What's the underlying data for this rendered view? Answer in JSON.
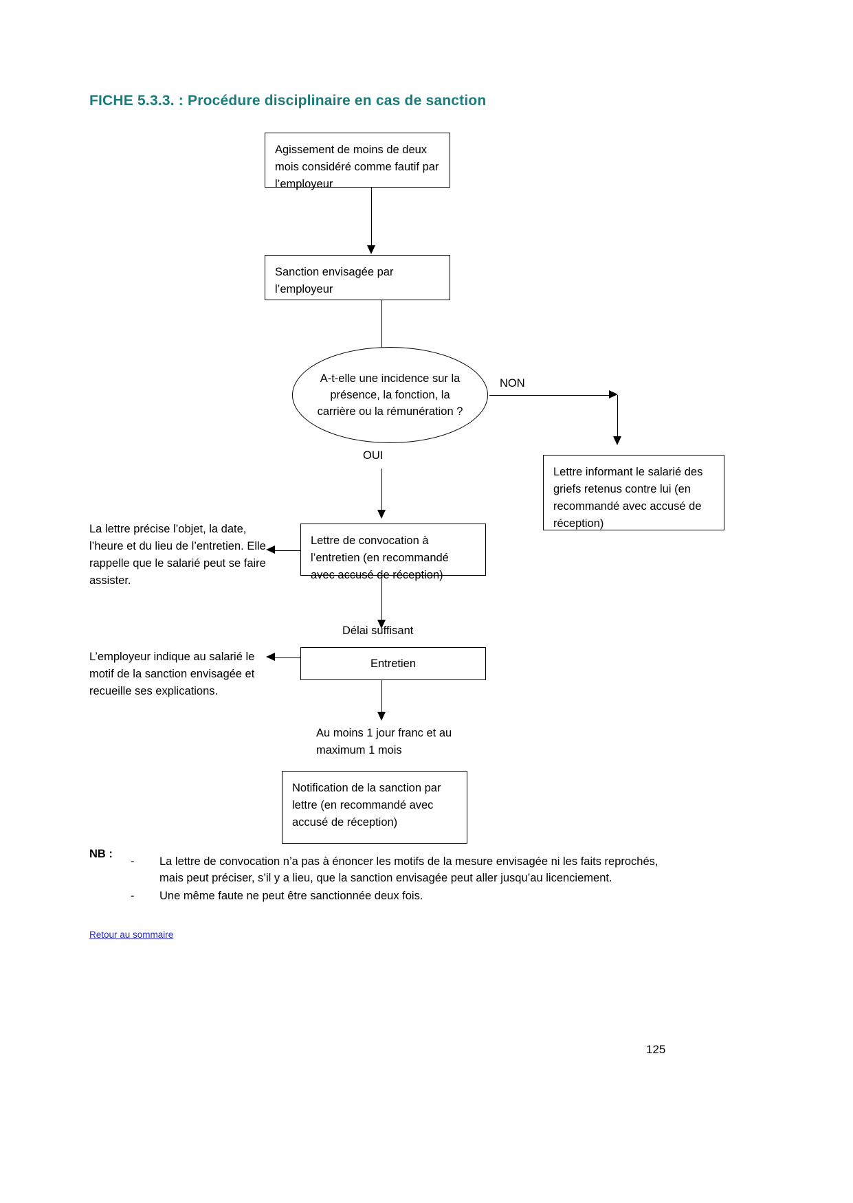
{
  "document": {
    "title": "FICHE 5.3.3. :  Procédure disciplinaire en cas de sanction",
    "page_number": "125",
    "return_link": "Retour au sommaire",
    "accent_color": "#1b7b7b",
    "link_color": "#2b2bc0"
  },
  "flowchart": {
    "nodes": {
      "start": "Agissement de moins de deux mois considéré comme fautif par l’employeur",
      "sanction": "Sanction envisagée par l’employeur",
      "decision": "A-t-elle une incidence sur la présence, la fonction, la carrière ou la rémunération ?",
      "letter_grievances": "Lettre informant le salarié des griefs retenus contre lui (en recommandé avec accusé de réception)",
      "convocation": "Lettre de convocation à l’entretien (en recommandé avec accusé de réception)",
      "entretien": "Entretien",
      "notification": "Notification de la sanction par lettre (en recommandé avec accusé de réception)"
    },
    "edge_labels": {
      "non": "NON",
      "oui": "OUI",
      "delai": "Délai  suffisant",
      "delay_min_max": "Au moins 1 jour franc et au maximum 1 mois"
    },
    "annotations": {
      "convocation_note": "La lettre précise l’objet, la date, l’heure et du lieu de l’entretien. Elle rappelle que le salarié peut se faire assister.",
      "entretien_note": "L’employeur indique au salarié le motif de la sanction envisagée et recueille ses explications."
    }
  },
  "nb": {
    "label": "NB :",
    "dash": "-",
    "items": [
      "La lettre de convocation n’a pas à énoncer les motifs de la mesure envisagée ni les faits reprochés, mais peut  préciser, s’il y a lieu, que la sanction envisagée peut aller jusqu’au licenciement.",
      "Une même faute ne peut être sanctionnée deux fois."
    ]
  }
}
